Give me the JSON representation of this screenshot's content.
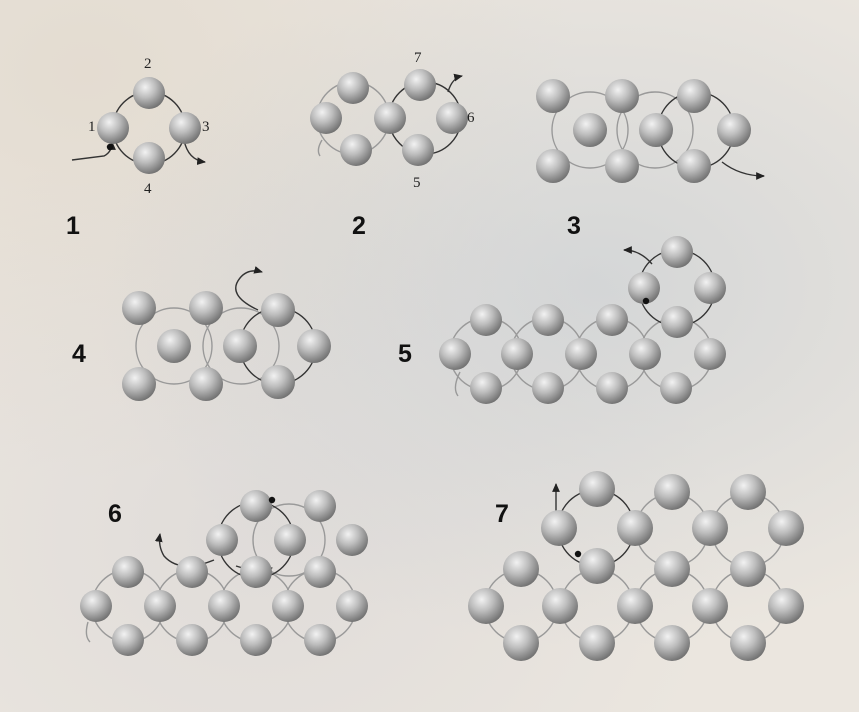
{
  "colors": {
    "paper": "#ebe6df",
    "bead_light": "#f2f2f2",
    "bead_mid": "#b9b9b9",
    "bead_dark": "#6e6e6e",
    "thread": "#333333",
    "thread_light": "#999999",
    "label": "#111111"
  },
  "steps": [
    {
      "number": "1",
      "bead_labels": [
        "1",
        "2",
        "3",
        "4"
      ]
    },
    {
      "number": "2",
      "bead_labels": [
        "5",
        "6",
        "7"
      ]
    },
    {
      "number": "3",
      "bead_labels": []
    },
    {
      "number": "4",
      "bead_labels": []
    },
    {
      "number": "5",
      "bead_labels": []
    },
    {
      "number": "6",
      "bead_labels": []
    },
    {
      "number": "7",
      "bead_labels": []
    }
  ]
}
